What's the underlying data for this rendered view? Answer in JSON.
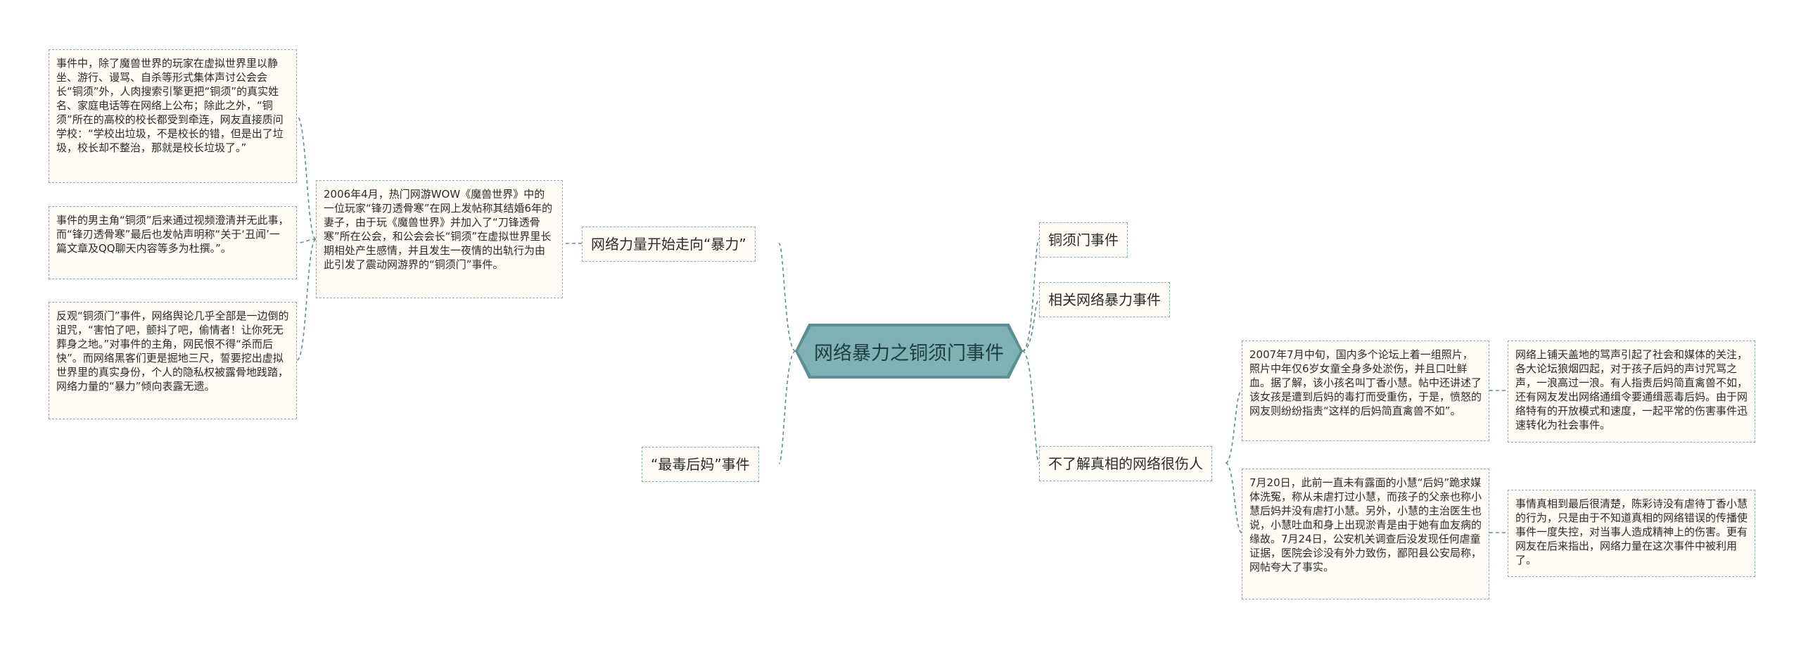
{
  "central": {
    "title": "网络暴力之铜须门事件"
  },
  "left_branches": {
    "violence": {
      "label": "网络力量开始走向“暴力”"
    },
    "mother": {
      "label": "“最毒后妈”事件"
    }
  },
  "right_branches": {
    "tongxu": {
      "label": "铜须门事件"
    },
    "related": {
      "label": "相关网络暴力事件"
    },
    "truth": {
      "label": "不了解真相的网络很伤人"
    }
  },
  "leaves": {
    "intro": "2006年4月，热门网游WOW《魔兽世界》中的一位玩家“锋刃透骨寒”在网上发帖称其结婚6年的妻子，由于玩《魔兽世界》并加入了“刀锋透骨寒”所在公会，和公会会长“铜须”在虚拟世界里长期相处产生感情，并且发生一夜情的出轨行为由此引发了震动网游界的“铜须门”事件。",
    "event1": "事件中，除了魔兽世界的玩家在虚拟世界里以静坐、游行、谩骂、自杀等形式集体声讨公会会长“铜须”外，人肉搜索引擎更把“铜须”的真实姓名、家庭电话等在网络上公布；除此之外，“铜须”所在的高校的校长都受到牵连，网友直接质问学校：“学校出垃圾，不是校长的错，但是出了垃圾，校长却不整治，那就是校长垃圾了。”",
    "event2": "事件的男主角“铜须”后来通过视频澄清并无此事，而“锋刃透骨寒”最后也发帖声明称“关于‘丑闻’一篇文章及QQ聊天内容等多为杜撰。”。",
    "event3": "反观“铜须门”事件，网络舆论几乎全部是一边倒的诅咒，“害怕了吧，颤抖了吧，偷情者！让你死无葬身之地。”对事件的主角，网民恨不得“杀而后快”。而网络黑客们更是掘地三尺，誓要挖出虚拟世界里的真实身份，个人的隐私权被露骨地践踏，网络力量的“暴力”倾向表露无遗。",
    "photo": "2007年7月中旬，国内多个论坛上着一组照片，照片中年仅6岁女童全身多处淤伤，并且口吐鲜血。据了解，该小孩名叫丁香小慧。帖中还讲述了该女孩是遭到后妈的毒打而受重伤，于是，愤怒的网友则纷纷指责“这样的后妈简直禽兽不如”。",
    "reaction": "网络上铺天盖地的骂声引起了社会和媒体的关注，各大论坛狼烟四起，对于孩子后妈的声讨咒骂之声，一浪高过一浪。有人指责后妈简直禽兽不如，还有网友发出网络通缉令要通缉恶毒后妈。由于网络特有的开放模式和速度，一起平常的伤害事件迅速转化为社会事件。",
    "hospital": "7月20日，此前一直未有露面的小慧“后妈”跪求媒体洗冤，称从未虐打过小慧，而孩子的父亲也称小慧后妈并没有虐打小慧。另外，小慧的主治医生也说，小慧吐血和身上出现淤青是由于她有血友病的缘故。7月24日，公安机关调查后没发现任何虐童证据，医院会诊没有外力致伤，鄙阳县公安局称，网帖夸大了事实。",
    "truth": "事情真相到最后很清楚，陈彩诗没有虐待丁香小慧的行为，只是由于不知道真相的网络错误的传播使事件一度失控，对当事人造成精神上的伤害。更有网友在后来指出，网络力量在这次事件中被利用了。"
  }
}
